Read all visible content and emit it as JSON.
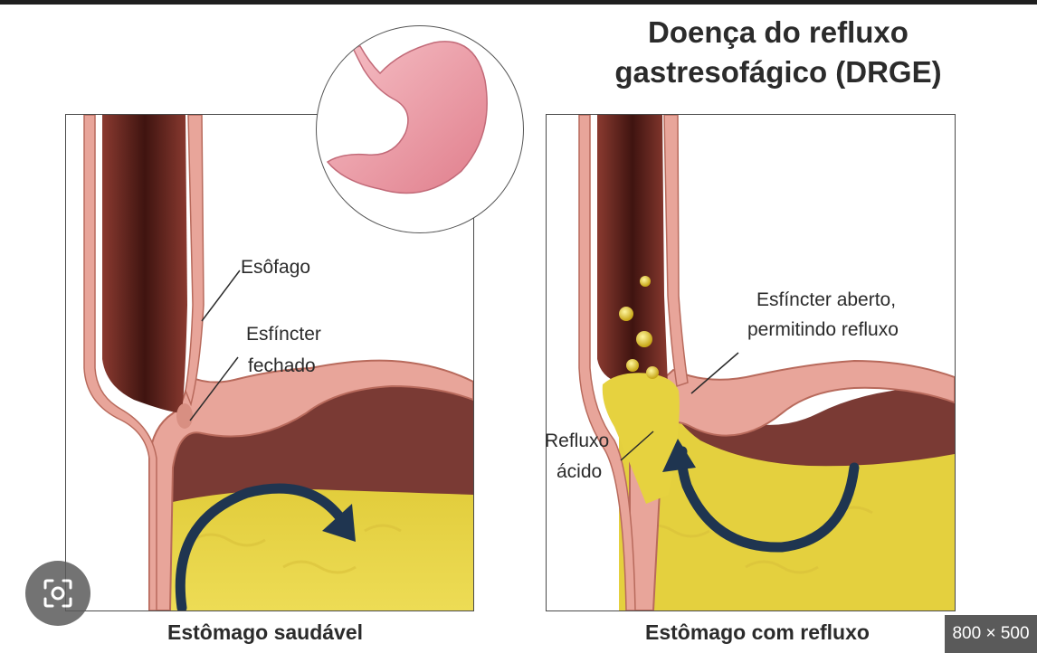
{
  "title": {
    "line1": "Doença do refluxo",
    "line2": "gastresofágico (DRGE)"
  },
  "left_panel": {
    "esophagus_label": "Esôfago",
    "sphincter_label_line1": "Esfíncter",
    "sphincter_label_line2": "fechado",
    "caption": "Estômago saudável"
  },
  "right_panel": {
    "sphincter_label_line1": "Esfíncter aberto,",
    "sphincter_label_line2": "permitindo refluxo",
    "reflux_label_line1": "Refluxo",
    "reflux_label_line2": "ácido",
    "caption": "Estômago com refluxo"
  },
  "overlay": {
    "lens_icon": "lens-search-icon",
    "size_badge": "800 × 500"
  },
  "colors": {
    "tissue_pink": "#e8a59a",
    "tissue_dark": "#6b2a22",
    "acid_yellow": "#e9d64a",
    "arrow_navy": "#1f3550"
  }
}
